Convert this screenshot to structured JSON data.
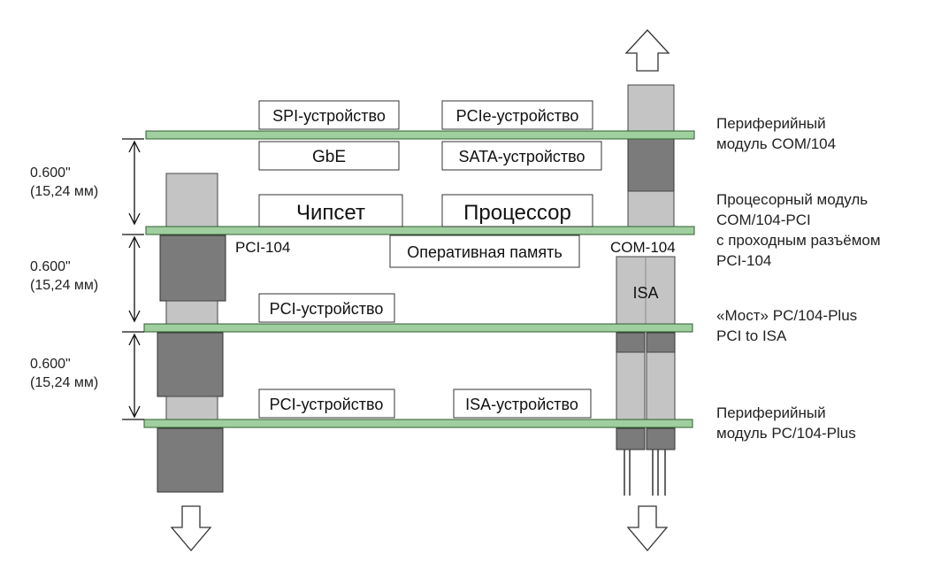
{
  "colors": {
    "board_fill": "#9fce9f",
    "board_stroke": "#2f5f2f",
    "connector_light": "#c4c4c4",
    "connector_dark": "#7b7b7b",
    "outline": "#333333"
  },
  "chips": {
    "spi_device": "SPI-устройство",
    "pcie_device": "PCIe-устройство",
    "gbe": "GbE",
    "sata_device": "SATA-устройство",
    "chipset": "Чипсет",
    "processor": "Процессор",
    "ram": "Оперативная память",
    "pci_device_1": "PCI-устройство",
    "pci_device_2": "PCI-устройство",
    "isa_device": "ISA-устройство"
  },
  "connectors": {
    "pci104_label": "PCI-104",
    "com104_label": "COM-104",
    "isa_label": "ISA"
  },
  "dimensions": [
    {
      "line1": "0.600\"",
      "line2": "(15,24 мм)"
    },
    {
      "line1": "0.600\"",
      "line2": "(15,24 мм)"
    },
    {
      "line1": "0.600\"",
      "line2": "(15,24 мм)"
    }
  ],
  "modules": {
    "peripheral_com104": {
      "line1": "Периферийный",
      "line2": "модуль COM/104"
    },
    "processor_module": {
      "line1": "Процесорный модуль",
      "line2": "COM/104-PCI",
      "line3": "с проходным разъёмом",
      "line4": "PCI-104"
    },
    "bridge": {
      "line1": "«Мост» PC/104-Plus",
      "line2": "PCI to ISA"
    },
    "peripheral_pc104plus": {
      "line1": "Периферийный",
      "line2": "модуль PC/104-Plus"
    }
  }
}
